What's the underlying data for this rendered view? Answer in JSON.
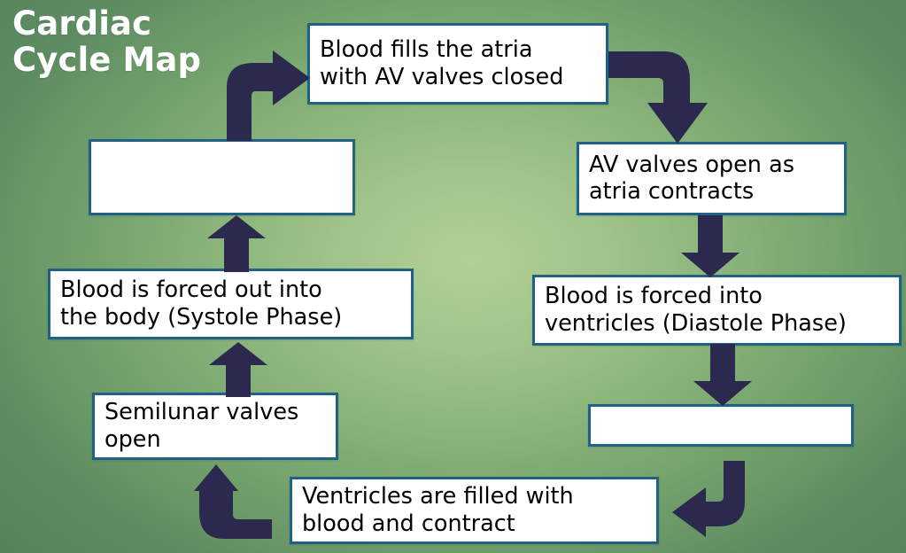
{
  "slide": {
    "title": "Cardiac\nCycle Map",
    "background_center_color": "#b2cf95",
    "background_edge_color": "#51805a",
    "title_color": "#ffffff"
  },
  "style": {
    "box_border_color": "#1f6187",
    "box_fill_color": "#ffffff",
    "box_text_color": "#000000",
    "arrow_color": "#2b2a4e"
  },
  "nodes": [
    {
      "id": "atria-fill",
      "label": "Blood fills the atria\nwith AV valves closed"
    },
    {
      "id": "empty-left",
      "label": ""
    },
    {
      "id": "av-open",
      "label": "AV valves open as\natria contracts"
    },
    {
      "id": "systole",
      "label": "Blood is forced out into\nthe body (Systole Phase)"
    },
    {
      "id": "diastole",
      "label": "Blood is forced into\nventricles (Diastole Phase)"
    },
    {
      "id": "semilunar",
      "label": "Semilunar valves\nopen"
    },
    {
      "id": "empty-right",
      "label": ""
    },
    {
      "id": "ventricles",
      "label": "Ventricles are filled with\nblood and contract"
    }
  ],
  "arrows": [
    {
      "id": "arrow-up-right",
      "icon": "elbow-arrow-up-then-right",
      "from": "empty-left",
      "to": "atria-fill"
    },
    {
      "id": "arrow-right-down",
      "icon": "elbow-arrow-right-then-down",
      "from": "atria-fill",
      "to": "av-open"
    },
    {
      "id": "arrow-down-1",
      "icon": "arrow-down",
      "from": "av-open",
      "to": "diastole"
    },
    {
      "id": "arrow-down-2",
      "icon": "arrow-down",
      "from": "diastole",
      "to": "empty-right"
    },
    {
      "id": "arrow-down-left",
      "icon": "elbow-arrow-down-then-left",
      "from": "empty-right",
      "to": "ventricles"
    },
    {
      "id": "arrow-up-left",
      "icon": "elbow-arrow-left-then-up",
      "from": "ventricles",
      "to": "semilunar"
    },
    {
      "id": "arrow-up-2",
      "icon": "arrow-up",
      "from": "semilunar",
      "to": "systole"
    },
    {
      "id": "arrow-up-1",
      "icon": "arrow-up",
      "from": "systole",
      "to": "empty-left"
    }
  ]
}
